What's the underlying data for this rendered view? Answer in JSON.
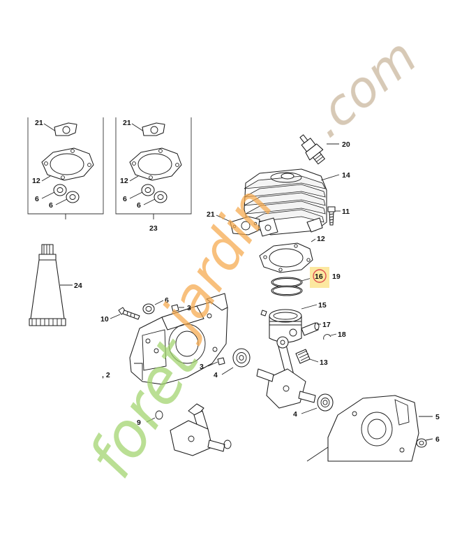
{
  "diagram": {
    "labels": {
      "kit_a": {
        "n21": "21",
        "n12": "12",
        "n6a": "6",
        "n6b": "6"
      },
      "kit_b": {
        "n21": "21",
        "n12": "12",
        "n6a": "6",
        "n6b": "6",
        "n23": "23"
      },
      "n24": "24",
      "n20": "20",
      "n14": "14",
      "n11": "11",
      "n21": "21",
      "n12": "12",
      "n16": "16",
      "n19": "19",
      "n15": "15",
      "n17": "17",
      "n18": "18",
      "n13": "13",
      "n6": "6",
      "n3a": "3",
      "n10": "10",
      "n3b": "3",
      "n2": ", 2",
      "n4a": "4",
      "n9": "9",
      "n4b": "4",
      "n5": "5",
      "n6c": "6"
    },
    "highlight": {
      "label": "16",
      "fill_color": "#fce8a0",
      "ring_color": "#e05050"
    }
  },
  "watermark": {
    "text": "foretjardin.com",
    "colors": {
      "green": "#9fd36a",
      "orange": "#f5a84a",
      "tan": "#c8b49a"
    }
  }
}
